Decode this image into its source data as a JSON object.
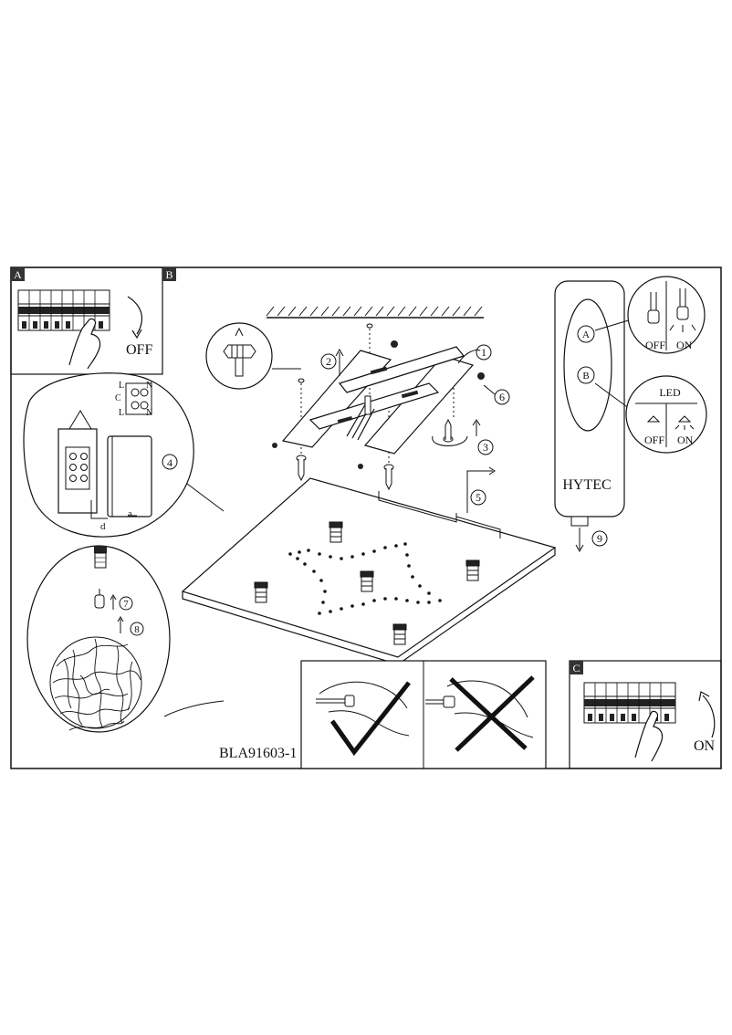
{
  "panels": {
    "a": {
      "letter": "A",
      "switch_label": "OFF"
    },
    "b": {
      "letter": "B"
    },
    "c": {
      "letter": "C",
      "switch_label": "ON"
    }
  },
  "steps": [
    "1",
    "2",
    "3",
    "4",
    "5",
    "6",
    "7",
    "8",
    "9"
  ],
  "terminal_labels": {
    "l_top": "L",
    "c": "C",
    "n_top": "N",
    "l_bottom": "L",
    "n_bottom": "N"
  },
  "cable_labels": {
    "a": "a",
    "d": "d"
  },
  "remote": {
    "brand": "HYTEC",
    "button_a": "A",
    "button_b": "B"
  },
  "callout_a": {
    "off": "OFF",
    "on": "ON"
  },
  "callout_b": {
    "title": "LED",
    "off": "OFF",
    "on": "ON"
  },
  "model_code": "BLA91603-1"
}
